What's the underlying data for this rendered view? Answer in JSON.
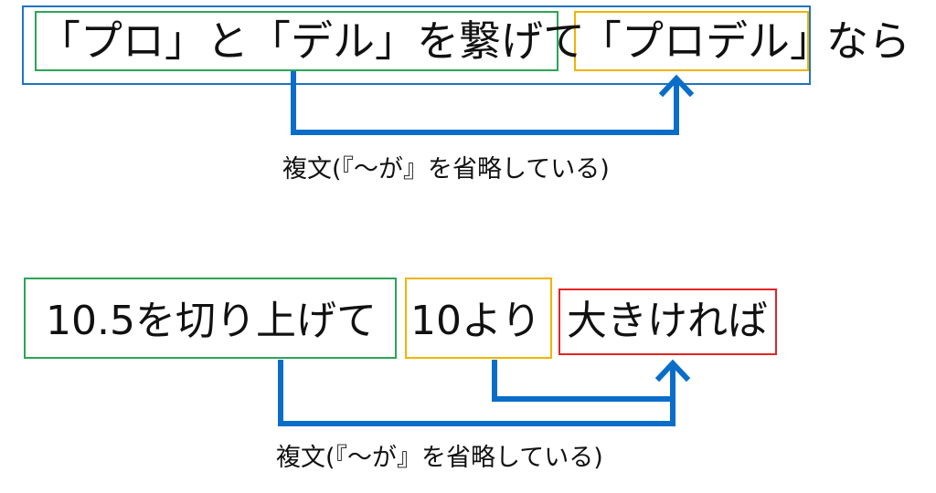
{
  "colors": {
    "outer_frame": "#1f74c0",
    "clause_a": "#2ca456",
    "clause_b": "#f0b400",
    "clause_c": "#e32424",
    "arrow": "#0a6ec8",
    "text": "#111111"
  },
  "example_1": {
    "clause_a_text": "「プロ」と「デル」を繋げて",
    "clause_b_text": "「プロデル」",
    "tail_text": "なら",
    "caption": "複文(『～が』を省略している)"
  },
  "example_2": {
    "clause_a_text": "10.5を切り上げて",
    "clause_b_text": "10より",
    "clause_c_text": "大きければ",
    "caption": "複文(『～が』を省略している)"
  },
  "icons": {
    "arrow_head": "arrow-up-icon"
  }
}
